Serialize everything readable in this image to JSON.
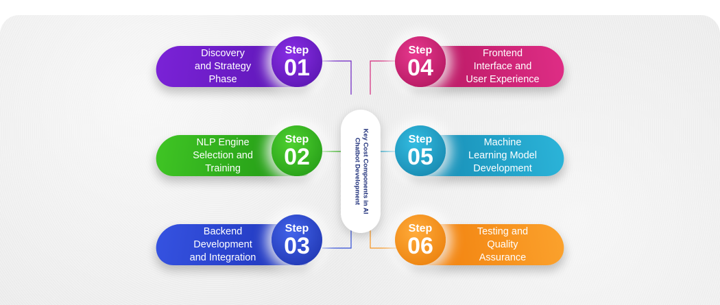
{
  "center": {
    "title_line1": "Key Cost Components in AI",
    "title_line2": "Chatbot Development"
  },
  "step_word": "Step",
  "steps": [
    {
      "num": "01",
      "lines": [
        "Discovery",
        "and Strategy",
        "Phase"
      ],
      "color": "#6b1fc2",
      "color2": "#4a12a0"
    },
    {
      "num": "02",
      "lines": [
        "NLP Engine",
        "Selection and",
        "Training"
      ],
      "color": "#35b51f",
      "color2": "#1f9414"
    },
    {
      "num": "03",
      "lines": [
        "Backend",
        "Development",
        "and Integration"
      ],
      "color": "#2f4bd6",
      "color2": "#1d33b8"
    },
    {
      "num": "04",
      "lines": [
        "Frontend",
        "Interface and",
        "User Experience"
      ],
      "color": "#d3267a",
      "color2": "#b4165f"
    },
    {
      "num": "05",
      "lines": [
        "Machine",
        "Learning Model",
        "Development"
      ],
      "color": "#21a7cc",
      "color2": "#1589b1"
    },
    {
      "num": "06",
      "lines": [
        "Testing and",
        "Quality",
        "Assurance"
      ],
      "color": "#f7941d",
      "color2": "#f07d0a"
    }
  ]
}
